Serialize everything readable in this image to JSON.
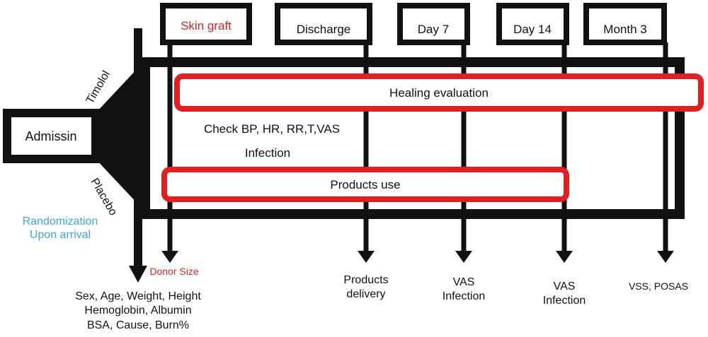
{
  "milestones": {
    "skin_graft": "Skin graft",
    "discharge": "Discharge",
    "day7": "Day 7",
    "day14": "Day 14",
    "month3": "Month 3"
  },
  "admission": "Admissin",
  "arms": {
    "timolol": "Timolol",
    "placebo": "Placebo"
  },
  "randomization": {
    "line1": "Randomization",
    "line2": "Upon arrival"
  },
  "bands": {
    "healing": "Healing evaluation",
    "products_use": "Products use"
  },
  "checks": {
    "vitals": "Check BP, HR, RR,T,VAS",
    "infection": "Infection"
  },
  "outcomes": {
    "donor_size": "Donor Size",
    "baseline": [
      "Sex, Age, Weight, Height",
      "Hemoglobin, Albumin",
      "BSA, Cause, Burn%"
    ],
    "products_delivery": [
      "Products",
      "delivery"
    ],
    "day7": [
      "VAS",
      "Infection"
    ],
    "day14": [
      "VAS",
      "Infection"
    ],
    "month3": "VSS, POSAS"
  },
  "colors": {
    "line": "#111111",
    "highlight": "#e02020",
    "graft_text": "#e02020",
    "randomization_text": "#3aa7e0"
  }
}
